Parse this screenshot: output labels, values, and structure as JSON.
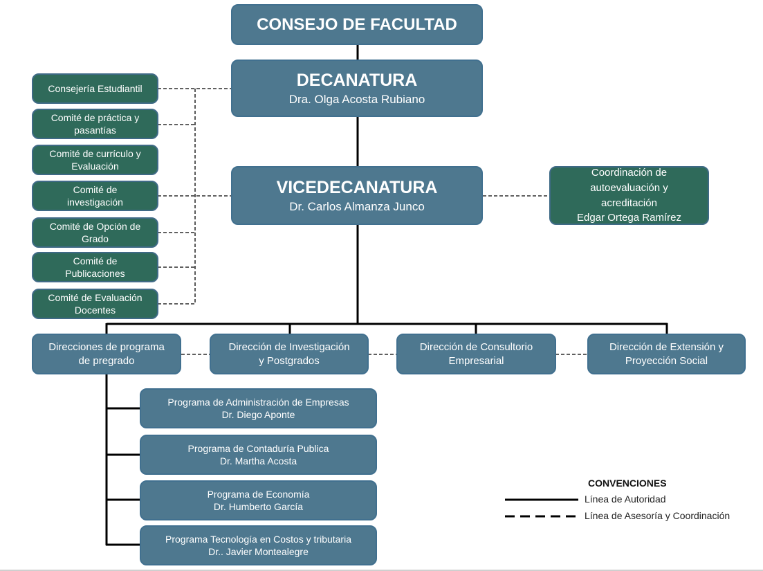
{
  "top": {
    "consejo": "CONSEJO DE FACULTAD",
    "decanatura": {
      "title": "DECANATURA",
      "name": "Dra. Olga Acosta Rubiano"
    },
    "vicedecanatura": {
      "title": "VICEDECANATURA",
      "name": "Dr. Carlos Almanza Junco"
    }
  },
  "committees": [
    {
      "line1": "Consejería Estudiantil",
      "line2": ""
    },
    {
      "line1": "Comité de práctica y",
      "line2": "pasantías"
    },
    {
      "line1": "Comité de currículo y",
      "line2": "Evaluación"
    },
    {
      "line1": "Comité de",
      "line2": "investigación"
    },
    {
      "line1": "Comité de Opción de",
      "line2": "Grado"
    },
    {
      "line1": "Comité de",
      "line2": "Publicaciones"
    },
    {
      "line1": "Comité de Evaluación",
      "line2": "Docentes"
    }
  ],
  "coordination": {
    "line1": "Coordinación de",
    "line2": "autoevaluación y",
    "line3": "acreditación",
    "line4": "Edgar Ortega Ramírez"
  },
  "directions": [
    {
      "line1": "Direcciones de programa",
      "line2": "de pregrado"
    },
    {
      "line1": "Dirección de Investigación",
      "line2": "y Postgrados"
    },
    {
      "line1": "Dirección de Consultorio",
      "line2": "Empresarial"
    },
    {
      "line1": "Dirección de Extensión y",
      "line2": "Proyección Social"
    }
  ],
  "programs": [
    {
      "name": "Programa de Administración de Empresas",
      "director": "Dr. Diego Aponte"
    },
    {
      "name": "Programa de Contaduría Publica",
      "director": "Dr. Martha Acosta"
    },
    {
      "name": "Programa de Economía",
      "director": "Dr. Humberto García"
    },
    {
      "name": "Programa Tecnología en Costos y tributaria",
      "director": "Dr.. Javier Montealegre"
    }
  ],
  "legend": {
    "title": "CONVENCIONES",
    "solid": "Línea de Autoridad",
    "dashed": "Línea de Asesoría y Coordinación"
  },
  "colors": {
    "main_box": "#4e788f",
    "advisory_box": "#2f6a5a",
    "border": "#41708f",
    "line": "#000000"
  }
}
